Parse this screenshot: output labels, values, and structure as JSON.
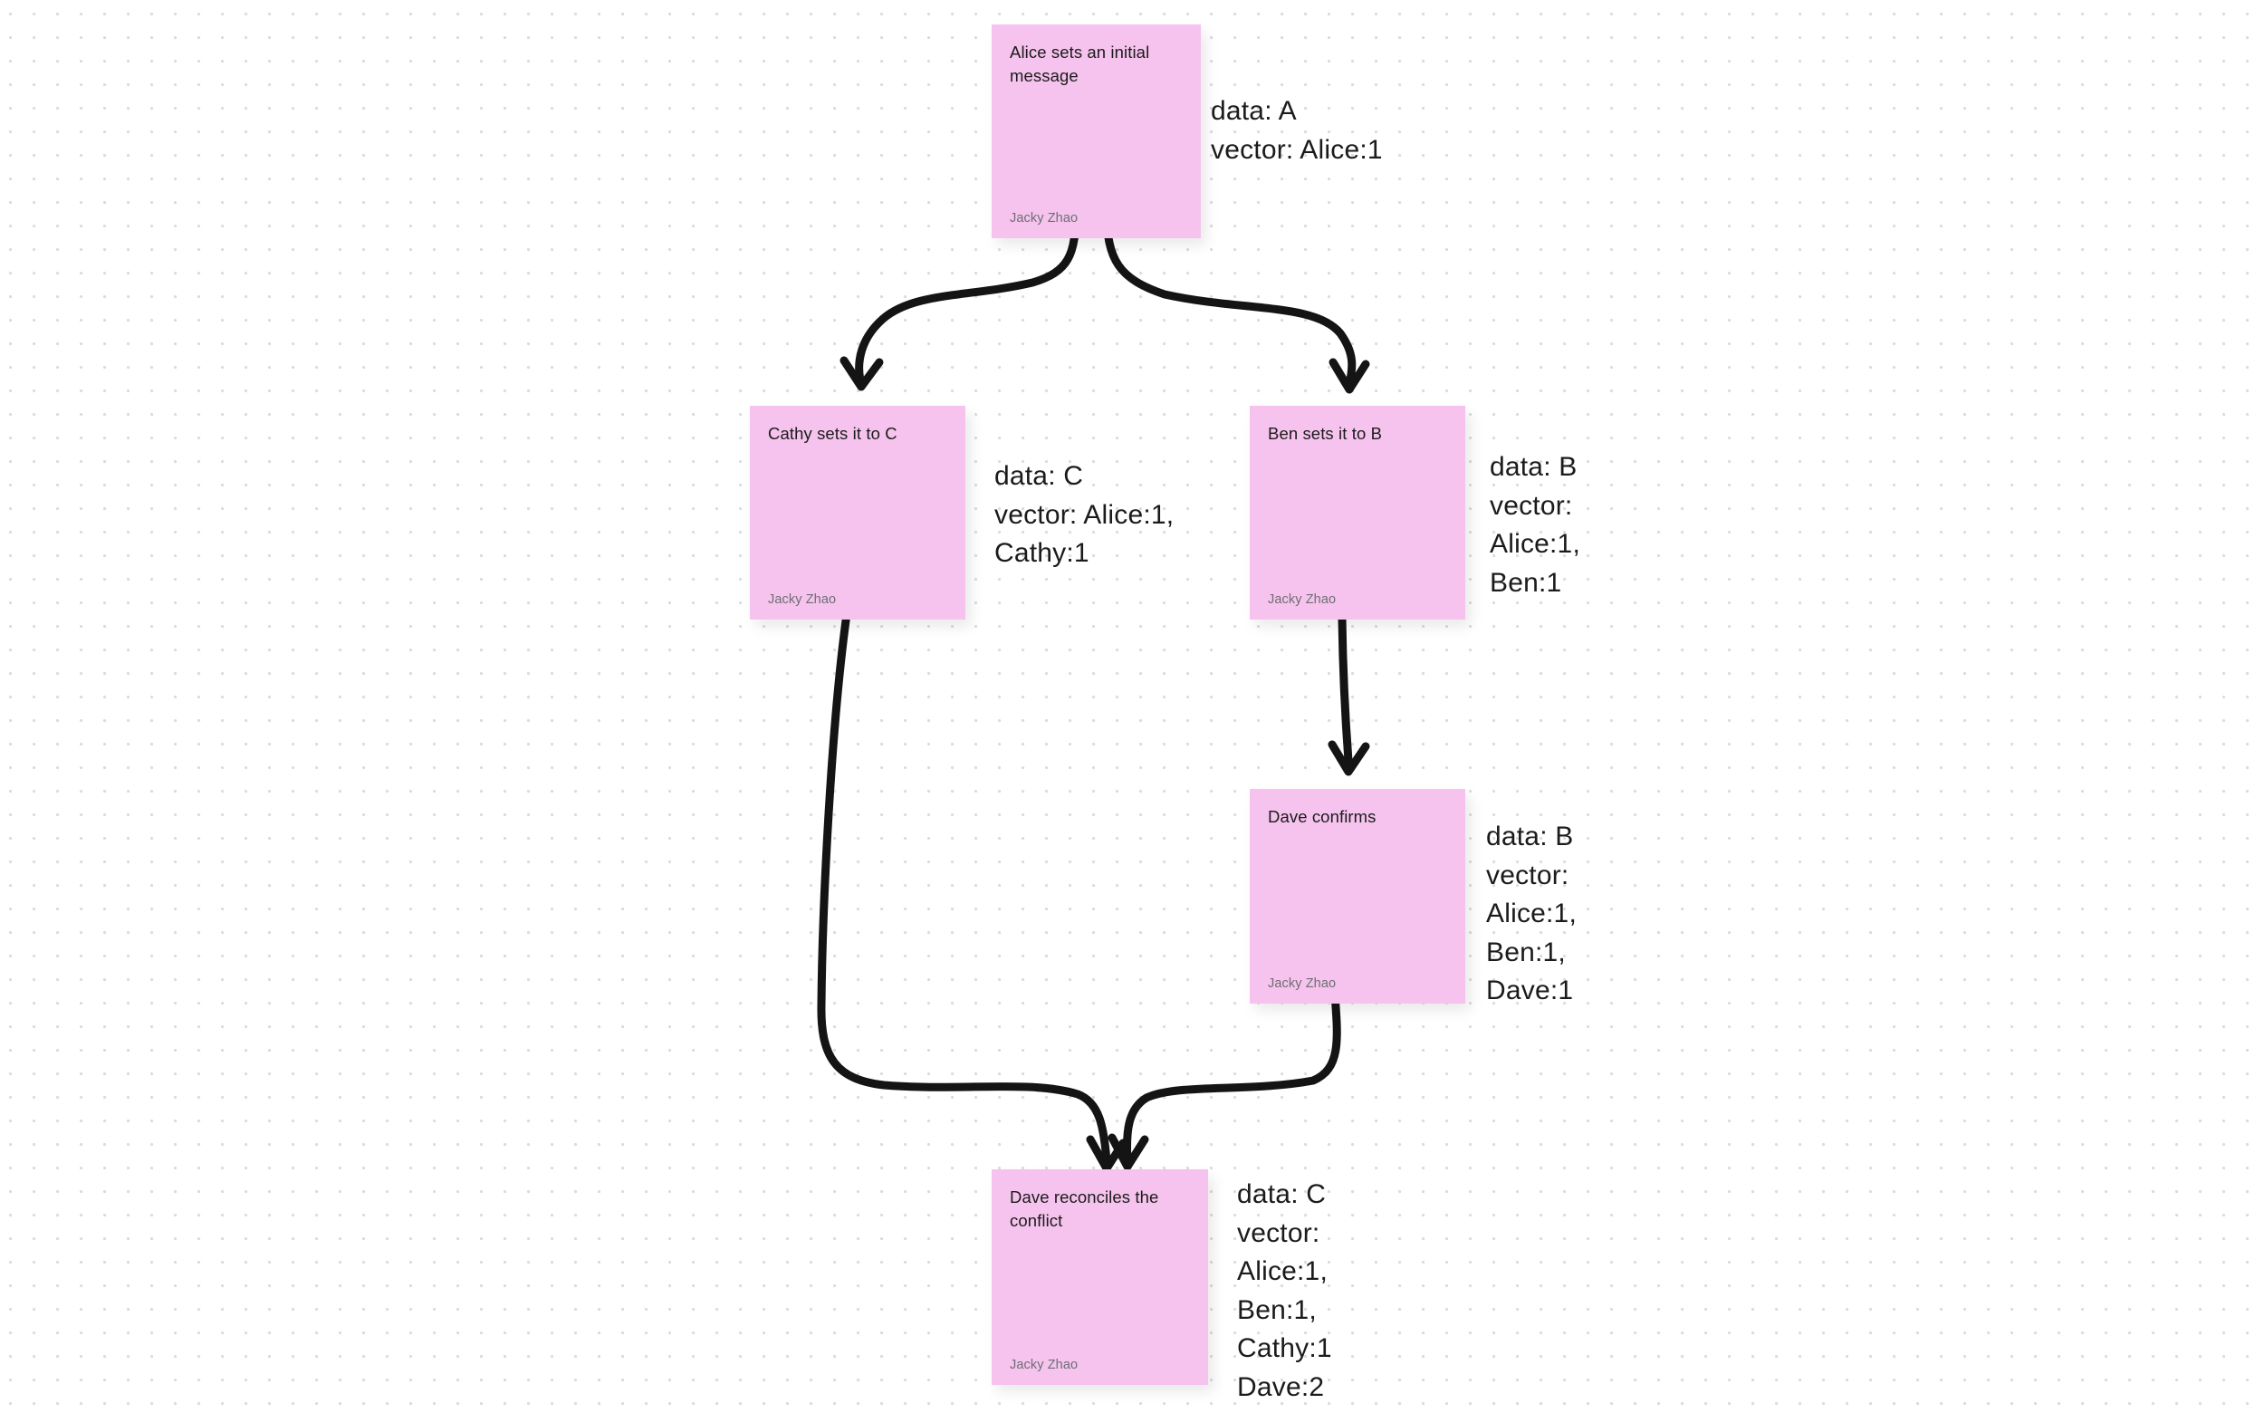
{
  "board": {
    "background": "#ffffff",
    "dot_color": "#dcdcdc",
    "sticky_color": "#f5c3ed",
    "ink_color": "#141414"
  },
  "notes": [
    {
      "id": "alice",
      "text": "Alice sets an initial message",
      "author": "Jacky Zhao",
      "annotation": "data: A\nvector: Alice:1"
    },
    {
      "id": "cathy",
      "text": "Cathy sets it to C",
      "author": "Jacky Zhao",
      "annotation": "data: C\nvector: Alice:1, Cathy:1"
    },
    {
      "id": "ben",
      "text": "Ben sets it to B",
      "author": "Jacky Zhao",
      "annotation": "data: B\nvector: Alice:1, Ben:1"
    },
    {
      "id": "dave-confirms",
      "text": "Dave confirms",
      "author": "Jacky Zhao",
      "annotation": "data: B\nvector: Alice:1, Ben:1, Dave:1"
    },
    {
      "id": "dave-reconciles",
      "text": "Dave reconciles the conflict",
      "author": "Jacky Zhao",
      "annotation": "data: C\nvector: Alice:1, Ben:1, Cathy:1 Dave:2"
    }
  ],
  "connectors": [
    {
      "id": "alice-to-cathy",
      "from": "alice",
      "to": "cathy"
    },
    {
      "id": "alice-to-ben",
      "from": "alice",
      "to": "ben"
    },
    {
      "id": "ben-to-dave-confirms",
      "from": "ben",
      "to": "dave-confirms"
    },
    {
      "id": "cathy-to-dave-reconciles",
      "from": "cathy",
      "to": "dave-reconciles"
    },
    {
      "id": "dave-confirms-to-dave-reconciles",
      "from": "dave-confirms",
      "to": "dave-reconciles"
    }
  ]
}
